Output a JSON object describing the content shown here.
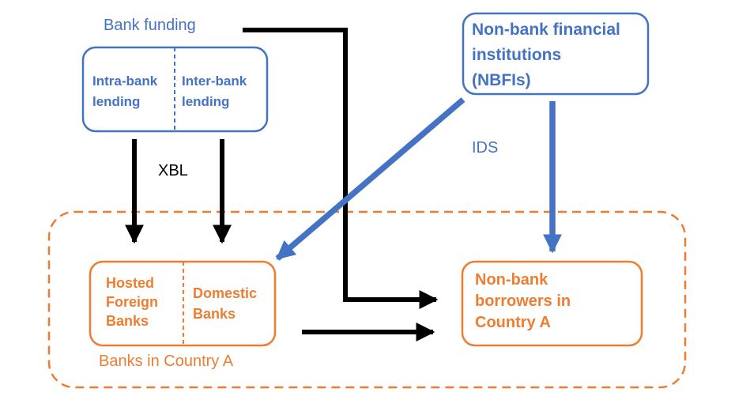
{
  "bank_funding": {
    "title": "Bank funding",
    "intra_bank": "Intra-bank\nlending",
    "inter_bank": "Inter-bank\nlending"
  },
  "nbfi": {
    "label": "Non-bank financial\ninstitutions\n(NBFIs)"
  },
  "country_a": {
    "hosted_foreign": "Hosted\nForeign\nBanks",
    "domestic": "Domestic\nBanks",
    "banks_label": "Banks in Country A",
    "borrowers": "Non-bank\nborrowers in\nCountry A"
  },
  "flows": {
    "xbl": "XBL",
    "ids": "IDS"
  },
  "colors": {
    "blue": "#4472c4",
    "orange": "#ed7d31",
    "black": "#000000"
  }
}
